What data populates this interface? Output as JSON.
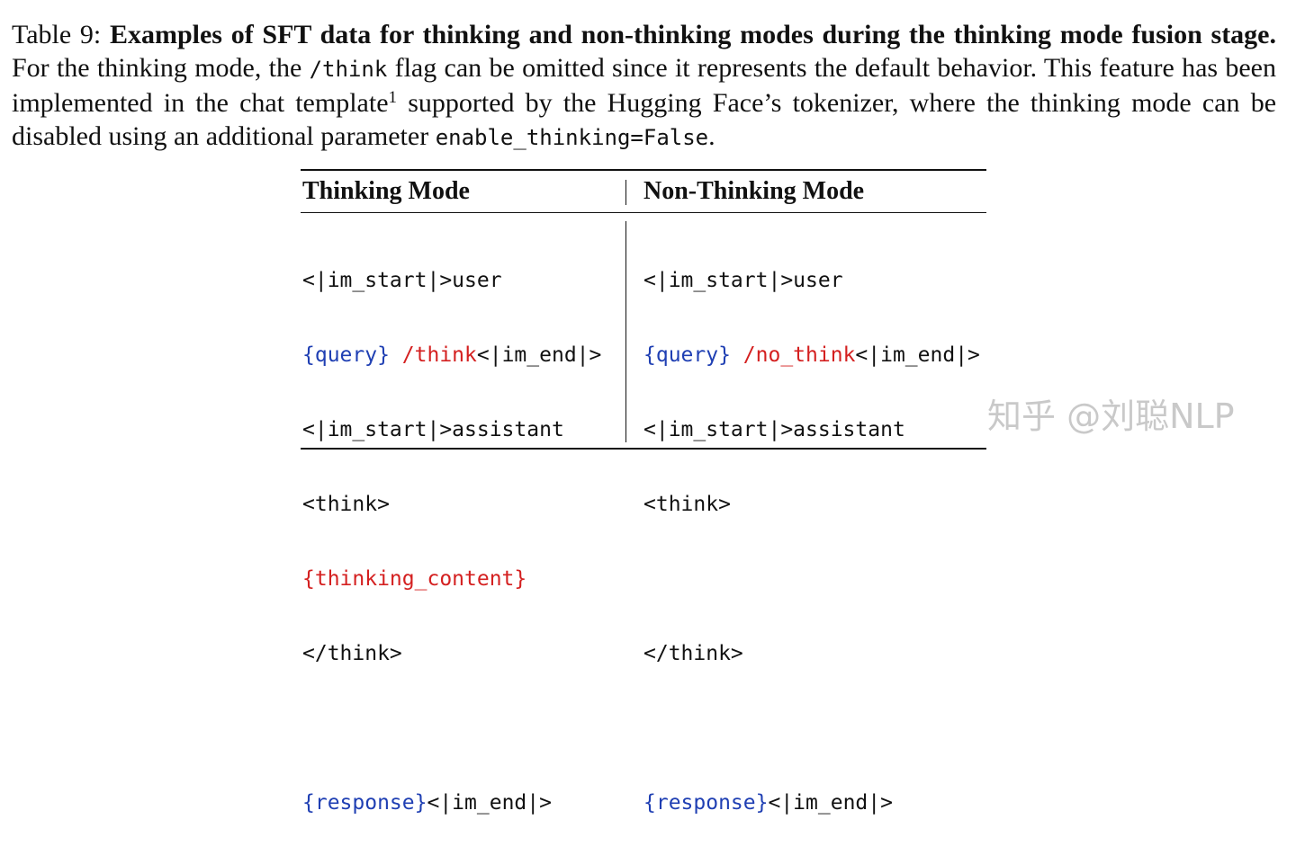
{
  "caption": {
    "label": "Table 9:",
    "title": "Examples of SFT data for thinking and non-thinking modes during the thinking mode fusion stage.",
    "text1": "For the thinking mode, the",
    "code1": "/think",
    "text2": "flag can be omitted since it represents the default behavior. This feature has been implemented in the chat template",
    "footnote": "1",
    "text3": "supported by the Hugging Face’s tokenizer, where the thinking mode can be disabled using an additional parameter",
    "code2": "enable_thinking=False",
    "text4": "."
  },
  "table": {
    "col1_header": "Thinking Mode",
    "col2_header": "Non-Thinking Mode",
    "thinking": {
      "l1": "<|im_start|>user",
      "l2_query": "{query}",
      "l2_flag": "/think",
      "l2_end": "<|im_end|>",
      "l3": "<|im_start|>assistant",
      "l4": "<think>",
      "l5": "{thinking_content}",
      "l6": "</think>",
      "l8_response": "{response}",
      "l8_end": "<|im_end|>"
    },
    "nonthinking": {
      "l1": "<|im_start|>user",
      "l2_query": "{query}",
      "l2_flag": "/no_think",
      "l2_end": "<|im_end|>",
      "l3": "<|im_start|>assistant",
      "l4": "<think>",
      "l6": "</think>",
      "l8_response": "{response}",
      "l8_end": "<|im_end|>"
    }
  },
  "watermark": "知乎 @刘聪NLP"
}
